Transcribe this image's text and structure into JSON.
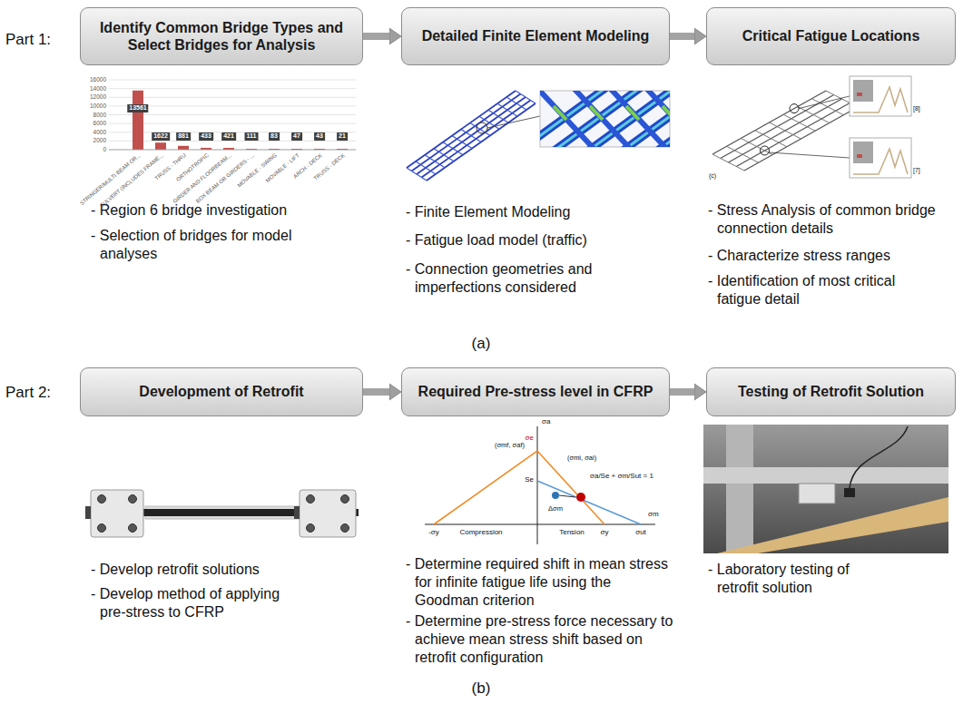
{
  "diagram": {
    "nodes": [
      {
        "text": [
          "Identify Common Bridge Types and Select Bridges for Analysis"
        ]
      },
      {
        "text": [
          "Detailed Finite Element Modeling"
        ]
      },
      {
        "text": [
          "Critical Fatigue Locations"
        ]
      },
      {
        "text": [
          "Development of Retrofit"
        ]
      },
      {
        "text": [
          "Required Pre-stress level in CFRP"
        ]
      },
      {
        "text": [
          "Testing of Retrofit Solution"
        ]
      }
    ],
    "edges": [
      {
        "from": 0,
        "to": 1,
        "arrow": "to"
      },
      {
        "from": 1,
        "to": 2,
        "arrow": "to"
      },
      {
        "from": 3,
        "to": 4,
        "arrow": "to"
      },
      {
        "from": 4,
        "to": 5,
        "arrow": "to"
      }
    ],
    "labels": [
      "Part 1:",
      "- Region 6 bridge investigation",
      "- Selection of bridges for model analyses",
      "- Finite Element Modeling",
      "- Fatigue load model (traffic)",
      "- Connection geometries and imperfections considered",
      "- Stress Analysis of common bridge connection details",
      "- Characterize stress ranges",
      "- Identification of most critical fatigue detail",
      "(a)",
      "Part 2:",
      "- Develop retrofit solutions",
      "- Develop method of applying pre-stress to CFRP",
      "- Determine required shift in mean stress for infinite fatigue life using the Goodman criterion",
      "- Determine pre-stress force necessary to achieve mean stress shift based on retrofit configuration",
      "- Laboratory testing of retrofit solution",
      "(b)",
      "16000",
      "14000",
      "12000",
      "10000",
      "8000",
      "6000",
      "4000",
      "2000",
      "0",
      "13561",
      "1622",
      "881",
      "433",
      "421",
      "111",
      "83",
      "47",
      "43",
      "21",
      "STRINGER/MULTI-BEAM OR...",
      "CULVERT (INCLUDES FRAME...",
      "TRUSS - THRU",
      "ORTHOTROPIC",
      "GIRDER AND FLOORBEAM...",
      "BOX BEAM OR GIRDERS - ...",
      "MOVABLE - SWING",
      "MOVABLE - LIFT",
      "ARCH - DECK",
      "TRUSS - DECK",
      "(c)",
      "[8]",
      "[7]",
      "σa",
      "σe",
      "Se",
      "(σmf, σaf)",
      "(σmi, σai)",
      "Δσm",
      "σa/Se + σm/Sut = 1",
      "Compression",
      "Tension",
      "-σy",
      "σy",
      "σut",
      "σm"
    ]
  }
}
